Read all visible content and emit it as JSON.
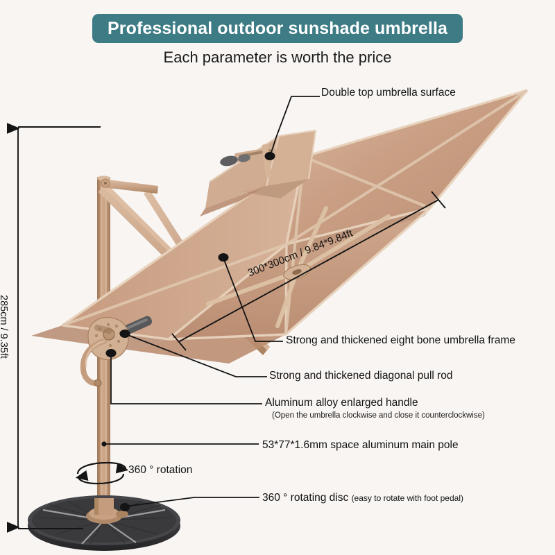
{
  "header": {
    "title": "Professional outdoor sunshade umbrella",
    "subtitle": "Each parameter is worth the price",
    "banner_color": "#3d7b85",
    "banner_text_color": "#ffffff"
  },
  "page": {
    "background_color": "#f8f5f3",
    "canopy_color": "#c59b81",
    "canopy_highlight_color": "#d9b79d",
    "rib_color": "#e3cdb6",
    "pole_color": "#c8a183",
    "base_color": "#3b3b3d"
  },
  "annotations": {
    "double_top": "Double top umbrella surface",
    "eight_bone_frame": "Strong and thickened eight bone umbrella frame",
    "diagonal_pull_rod": "Strong and thickened diagonal pull rod",
    "handle": "Aluminum alloy enlarged handle",
    "handle_note": "(Open the umbrella clockwise and close it counterclockwise)",
    "main_pole": "53*77*1.6mm space aluminum main pole",
    "rotating_disc": "360 ° rotating disc",
    "rotating_disc_note": "(easy to rotate with foot pedal)",
    "rotation": "360 ° rotation"
  },
  "dimensions": {
    "canopy_size": "300*300cm / 9.84*9.84ft",
    "height": "285cm / 9.35ft"
  }
}
